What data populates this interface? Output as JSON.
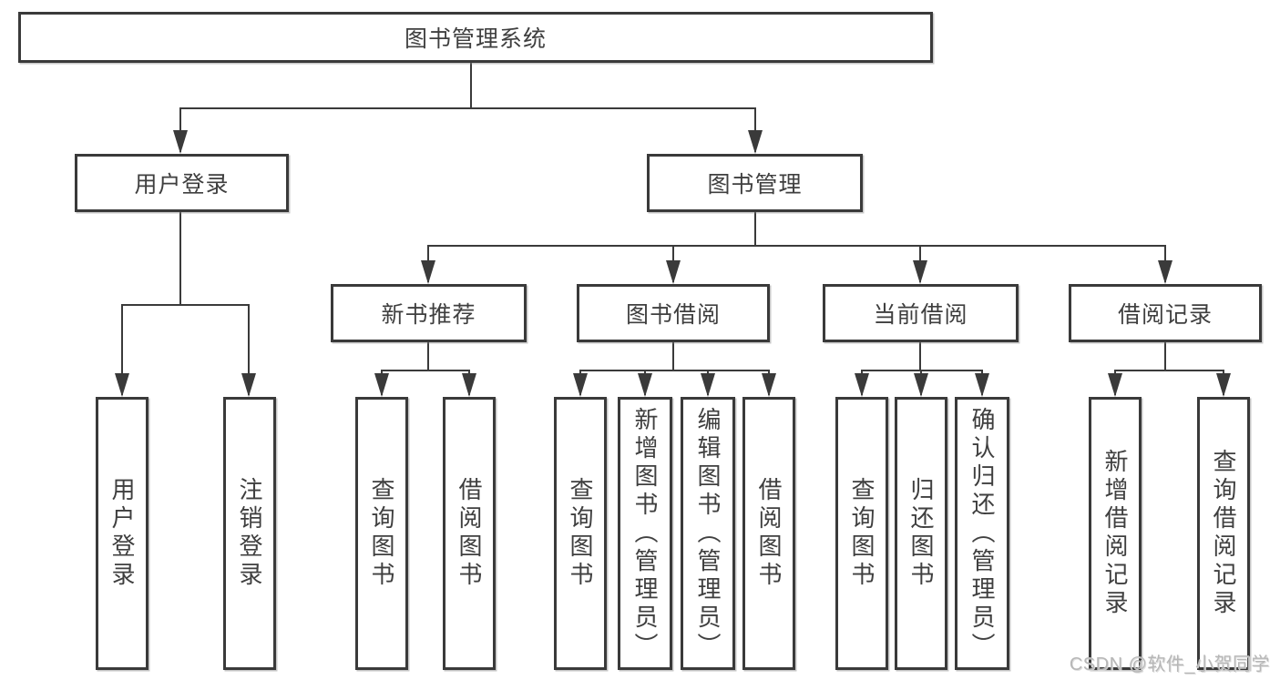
{
  "diagram": {
    "title": {
      "label": "图书管理系统"
    },
    "level2": [
      {
        "id": "user-login",
        "label": "用户登录"
      },
      {
        "id": "book-management",
        "label": "图书管理"
      }
    ],
    "level3": [
      {
        "id": "new-book-recommend",
        "label": "新书推荐"
      },
      {
        "id": "book-borrowing",
        "label": "图书借阅"
      },
      {
        "id": "current-borrowing",
        "label": "当前借阅"
      },
      {
        "id": "borrowing-records",
        "label": "借阅记录"
      }
    ],
    "leaves": [
      {
        "id": "user-login-leaf",
        "label": "用户登录"
      },
      {
        "id": "logout",
        "label": "注销登录"
      },
      {
        "id": "query-books-recommend",
        "label": "查询图书"
      },
      {
        "id": "borrow-books-recommend",
        "label": "借阅图书"
      },
      {
        "id": "query-books-borrowing",
        "label": "查询图书"
      },
      {
        "id": "add-books-admin",
        "label": "新增图书（管理员）"
      },
      {
        "id": "edit-books-admin",
        "label": "编辑图书（管理员）"
      },
      {
        "id": "borrow-books-borrowing",
        "label": "借阅图书"
      },
      {
        "id": "query-books-current",
        "label": "查询图书"
      },
      {
        "id": "return-books",
        "label": "归还图书"
      },
      {
        "id": "confirm-return-admin",
        "label": "确认归还（管理员）"
      },
      {
        "id": "add-borrow-record",
        "label": "新增借阅记录"
      },
      {
        "id": "query-borrow-record",
        "label": "查询借阅记录"
      }
    ]
  },
  "watermark": {
    "text": "CSDN @软件_小贺同学"
  },
  "colors": {
    "line": "#3a3a3a",
    "text": "#3f3f3f",
    "watermark": "#b7b7b7",
    "background": "#ffffff"
  }
}
